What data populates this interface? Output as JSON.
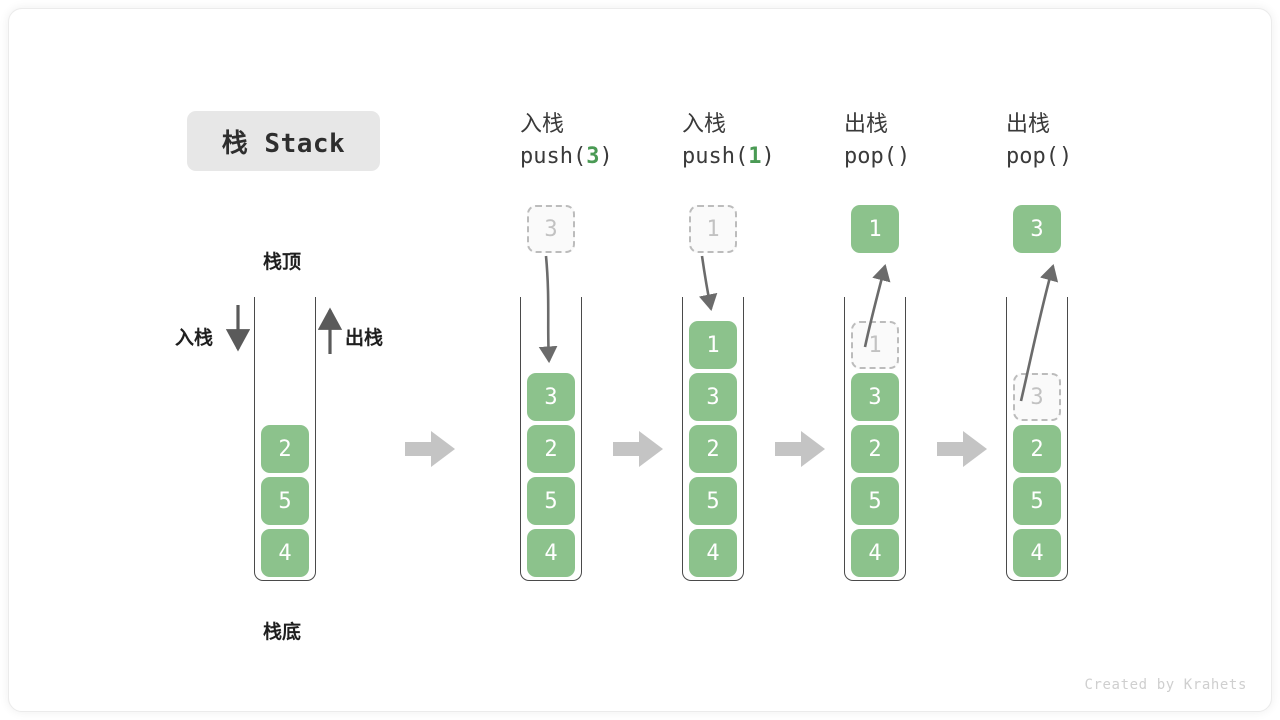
{
  "figure": {
    "title_badge": "栈 Stack",
    "credit": "Created by Krahets",
    "colors": {
      "cell_fill": "#8cc28c",
      "cell_text": "#ffffff",
      "ghost_border": "#bcbcbc",
      "ghost_text": "#c2c2c2",
      "container_stroke": "#4a4a4a",
      "flow_arrow": "#c4c4c4",
      "motion_arrow": "#6b6b6b",
      "badge_bg": "#e7e7e7",
      "accent_green": "#4a9a54"
    }
  },
  "legend": {
    "top_label": "栈顶",
    "bottom_label": "栈底",
    "push_label": "入栈",
    "pop_label": "出栈"
  },
  "operations": [
    {
      "cjk": "入栈",
      "fn": "push(",
      "arg": "3",
      "close": ")"
    },
    {
      "cjk": "入栈",
      "fn": "push(",
      "arg": "1",
      "close": ")"
    },
    {
      "cjk": "出栈",
      "fn": "pop(",
      "arg": "",
      "close": ")"
    },
    {
      "cjk": "出栈",
      "fn": "pop(",
      "arg": "",
      "close": ")"
    }
  ],
  "stacks": [
    {
      "name": "initial-stack",
      "cells_bottom_to_top": [
        "4",
        "5",
        "2"
      ],
      "ghost_in_stack": null,
      "ghost_above": null,
      "popped_above": null
    },
    {
      "name": "after-push-3",
      "cells_bottom_to_top": [
        "4",
        "5",
        "2",
        "3"
      ],
      "ghost_in_stack": null,
      "ghost_above": "3",
      "popped_above": null
    },
    {
      "name": "after-push-1",
      "cells_bottom_to_top": [
        "4",
        "5",
        "2",
        "3",
        "1"
      ],
      "ghost_in_stack": null,
      "ghost_above": "1",
      "popped_above": null
    },
    {
      "name": "after-pop-1",
      "cells_bottom_to_top": [
        "4",
        "5",
        "2",
        "3"
      ],
      "ghost_in_stack": "1",
      "ghost_above": null,
      "popped_above": "1"
    },
    {
      "name": "after-pop-3",
      "cells_bottom_to_top": [
        "4",
        "5",
        "2"
      ],
      "ghost_in_stack": "3",
      "ghost_above": null,
      "popped_above": "3"
    }
  ],
  "flow_arrows": 4
}
